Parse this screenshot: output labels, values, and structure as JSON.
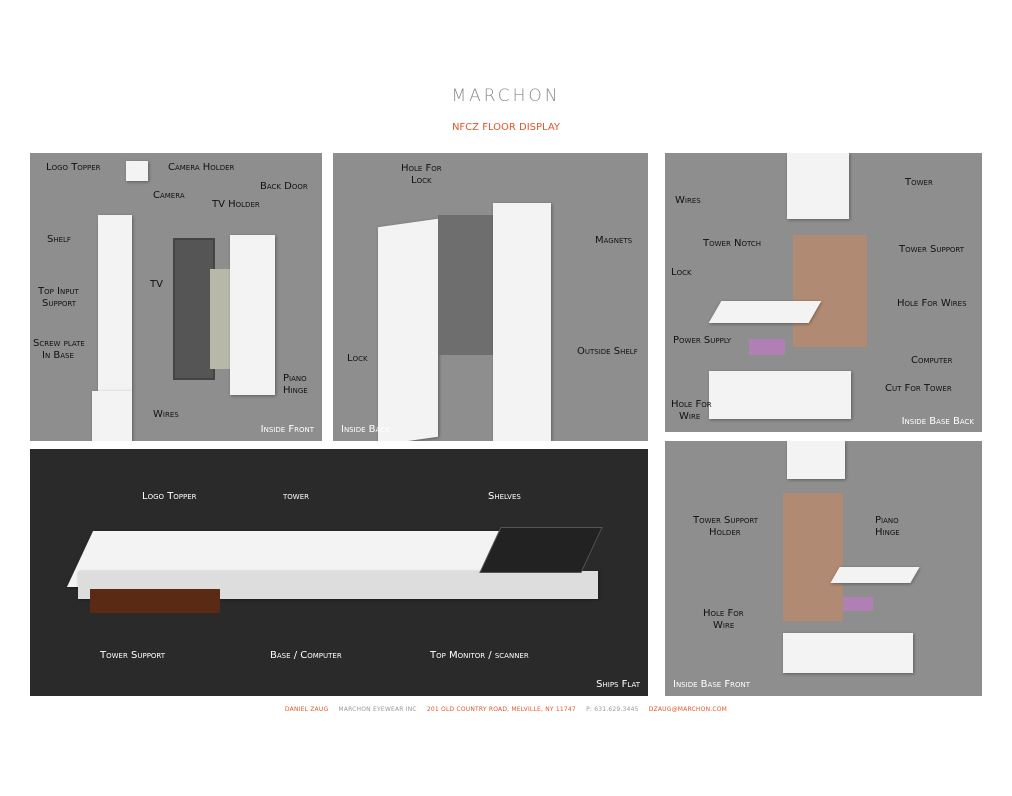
{
  "header": {
    "brand": "MARCHON",
    "title": "NFCZ FLOOR DISPLAY"
  },
  "panels": {
    "inside_front": {
      "caption": "Inside Front",
      "labels": [
        "Logo Topper",
        "Camera Holder",
        "Camera",
        "Back Door",
        "TV Holder",
        "Shelf",
        "TV",
        "Top Input",
        "Support",
        "Screw plate",
        "In Base",
        "Piano",
        "Hinge",
        "Wires"
      ]
    },
    "inside_back": {
      "caption": "Inside Back",
      "labels": [
        "Hole For",
        "Lock",
        "Magnets",
        "Lock",
        "Outside Shelf"
      ]
    },
    "inside_base_back": {
      "caption": "Inside Base Back",
      "labels": [
        "Tower",
        "Wires",
        "Tower Notch",
        "Tower Support",
        "Lock",
        "Hole For Wires",
        "Power Supply",
        "Computer",
        "Cut For Tower",
        "Hole For",
        "Wire"
      ]
    },
    "ships_flat": {
      "caption": "Ships Flat",
      "labels": [
        "Logo Topper",
        "tower",
        "Shelves",
        "Tower Support",
        "Base / Computer",
        "Top Monitor / scanner"
      ]
    },
    "inside_base_front": {
      "caption": "Inside Base Front",
      "labels": [
        "Tower Support",
        "Holder",
        "Piano",
        "Hinge",
        "Hole For",
        "Wire"
      ]
    }
  },
  "footer": {
    "name": "DANIEL ZAUG",
    "company": "MARCHON EYEWEAR INC",
    "address": "201 OLD COUNTRY ROAD, MELVILLE, NY 11747",
    "phone": "P: 631.629.3445",
    "email": "DZAUG@MARCHON.COM"
  },
  "colors": {
    "accent": "#e2562a",
    "panel": "#8e8e8e",
    "dark": "#2a2a2a"
  }
}
